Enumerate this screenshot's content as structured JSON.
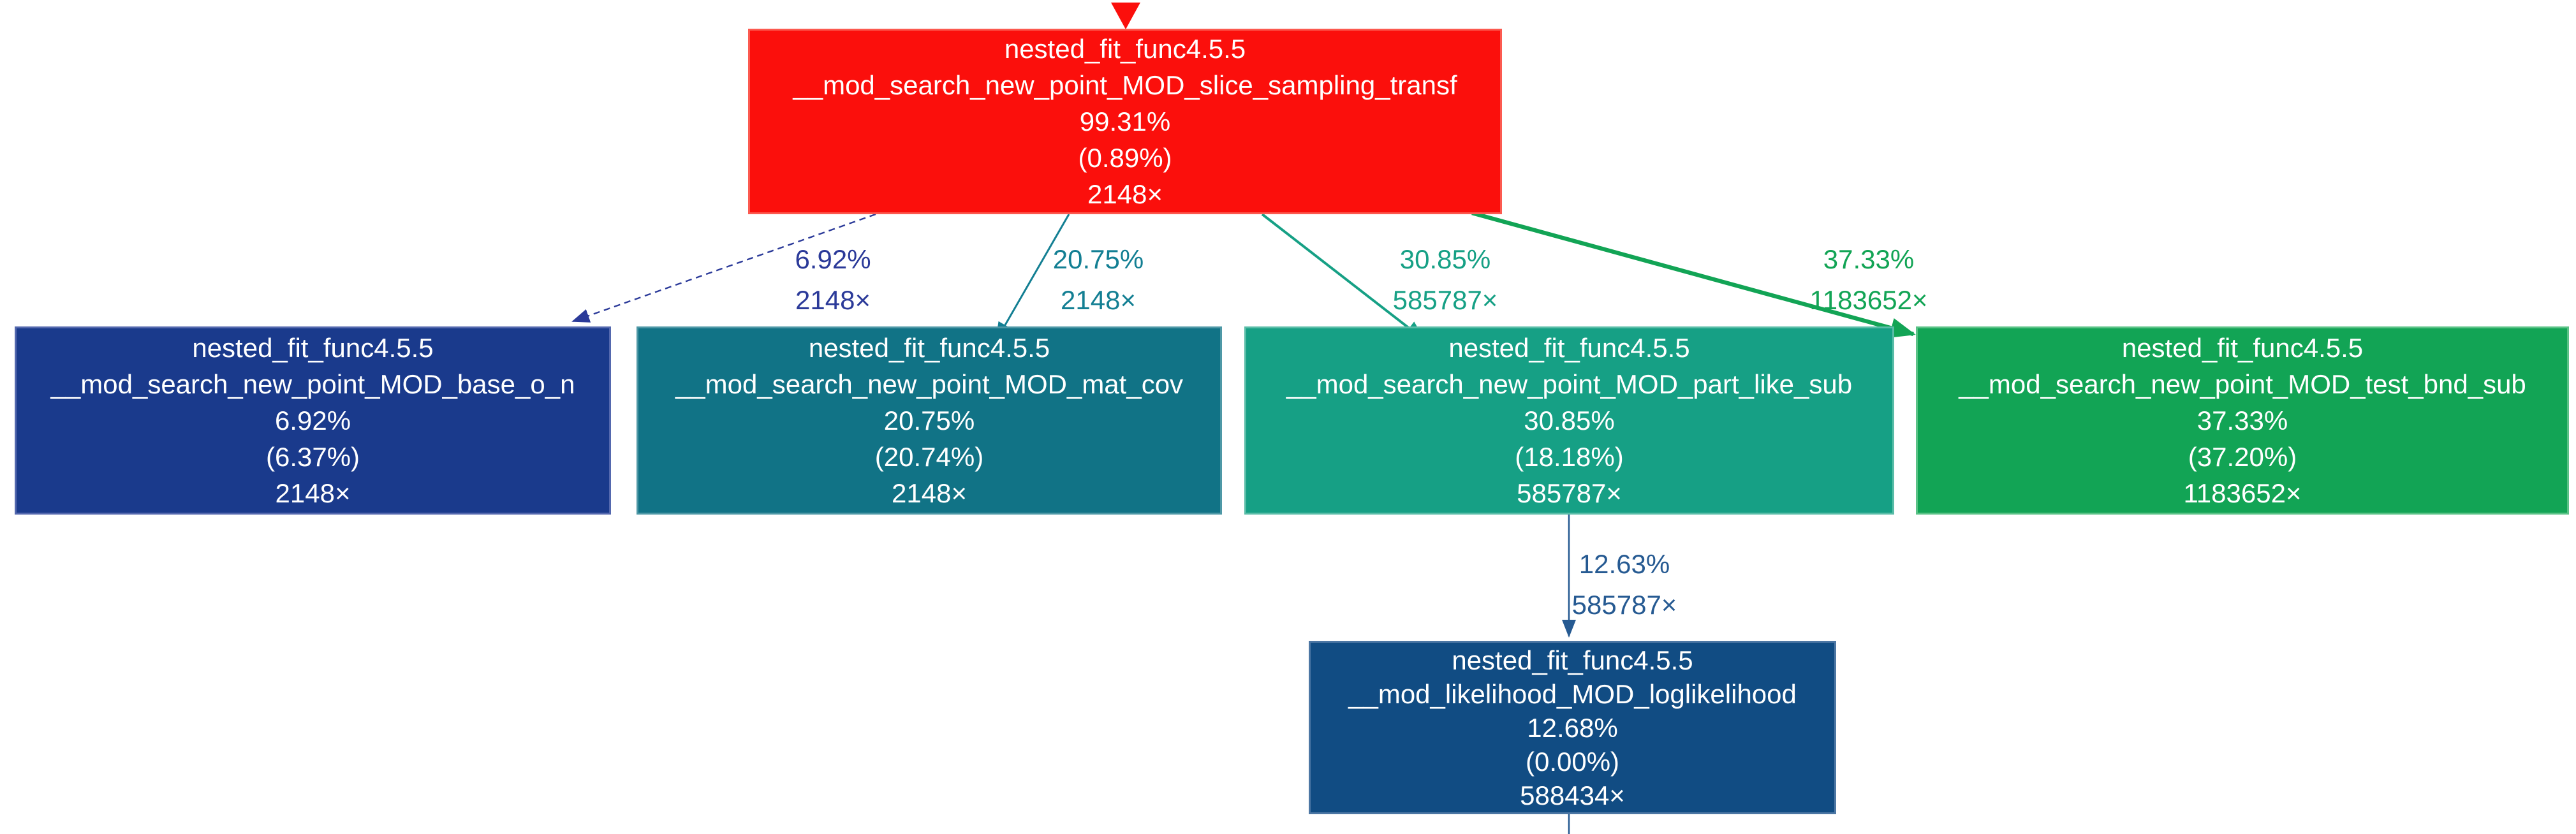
{
  "graph": {
    "background_color": "#ffffff",
    "text_color": "#ffffff",
    "nodes": [
      {
        "id": "slice_sampling_transf",
        "program": "nested_fit_func4.5.5",
        "symbol": "__mod_search_new_point_MOD_slice_sampling_transf",
        "total_pct": "99.31%",
        "self_pct": "(0.89%)",
        "calls": "2148×",
        "fill": "#fb0f0c",
        "border": "#fc5a50"
      },
      {
        "id": "base_o_n",
        "program": "nested_fit_func4.5.5",
        "symbol": "__mod_search_new_point_MOD_base_o_n",
        "total_pct": "6.92%",
        "self_pct": "(6.37%)",
        "calls": "2148×",
        "fill": "#1a3a8c",
        "border": "#5468ae"
      },
      {
        "id": "mat_cov",
        "program": "nested_fit_func4.5.5",
        "symbol": "__mod_search_new_point_MOD_mat_cov",
        "total_pct": "20.75%",
        "self_pct": "(20.74%)",
        "calls": "2148×",
        "fill": "#117386",
        "border": "#4e98a6"
      },
      {
        "id": "part_like_sub",
        "program": "nested_fit_func4.5.5",
        "symbol": "__mod_search_new_point_MOD_part_like_sub",
        "total_pct": "30.85%",
        "self_pct": "(18.18%)",
        "calls": "585787×",
        "fill": "#16a085",
        "border": "#5abda8"
      },
      {
        "id": "test_bnd_sub",
        "program": "nested_fit_func4.5.5",
        "symbol": "__mod_search_new_point_MOD_test_bnd_sub",
        "total_pct": "37.33%",
        "self_pct": "(37.20%)",
        "calls": "1183652×",
        "fill": "#12a455",
        "border": "#5ac286"
      },
      {
        "id": "loglikelihood",
        "program": "nested_fit_func4.5.5",
        "symbol": "__mod_likelihood_MOD_loglikelihood",
        "total_pct": "12.68%",
        "self_pct": "(0.00%)",
        "calls": "588434×",
        "fill": "#114c83",
        "border": "#4d77a4"
      }
    ],
    "edges": [
      {
        "id": "root-to-base_o_n",
        "label_pct": "6.92%",
        "label_calls": "2148×",
        "color": "#2b3a99"
      },
      {
        "id": "root-to-mat_cov",
        "label_pct": "20.75%",
        "label_calls": "2148×",
        "color": "#137f93"
      },
      {
        "id": "root-to-part_like_sub",
        "label_pct": "30.85%",
        "label_calls": "585787×",
        "color": "#16a085"
      },
      {
        "id": "root-to-test_bnd_sub",
        "label_pct": "37.33%",
        "label_calls": "1183652×",
        "color": "#12a455"
      },
      {
        "id": "part_like_sub-to-loglikelihood",
        "label_pct": "12.63%",
        "label_calls": "585787×",
        "color": "#265a92"
      },
      {
        "id": "incoming-to-root",
        "color": "#fb0f0c"
      },
      {
        "id": "outgoing-from-loglikelihood",
        "color": "#265a92"
      }
    ]
  }
}
